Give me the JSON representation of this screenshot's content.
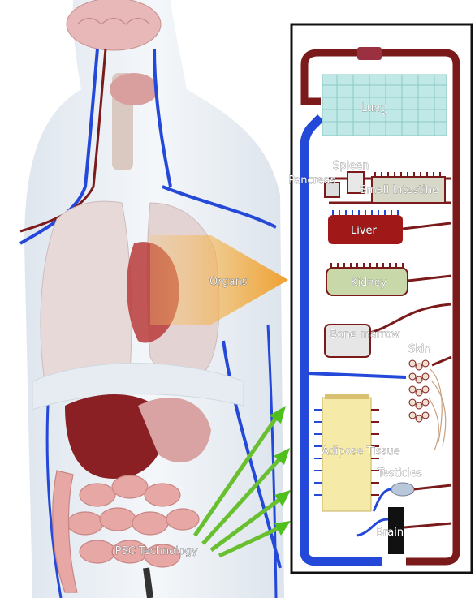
{
  "labels": {
    "organs": "Organs",
    "ipsc": "iPSC Technology",
    "lung": "Lung",
    "spleen": "Spleen",
    "pancreas": "Pancreas",
    "small_intestine": "Small Intestine",
    "liver": "Liver",
    "kidney": "Kidney",
    "bone_marrow": "Bone marrow",
    "skin": "Skin",
    "adipose_tissue": "Adipose Tissue",
    "testicles": "Testicles",
    "brain": "Brain"
  },
  "colors": {
    "artery": "#7a1a1a",
    "vein": "#2448d8",
    "frame": "#111111",
    "organs_arrow": "#f0a030",
    "green_arrows": "#7ccc3a"
  }
}
